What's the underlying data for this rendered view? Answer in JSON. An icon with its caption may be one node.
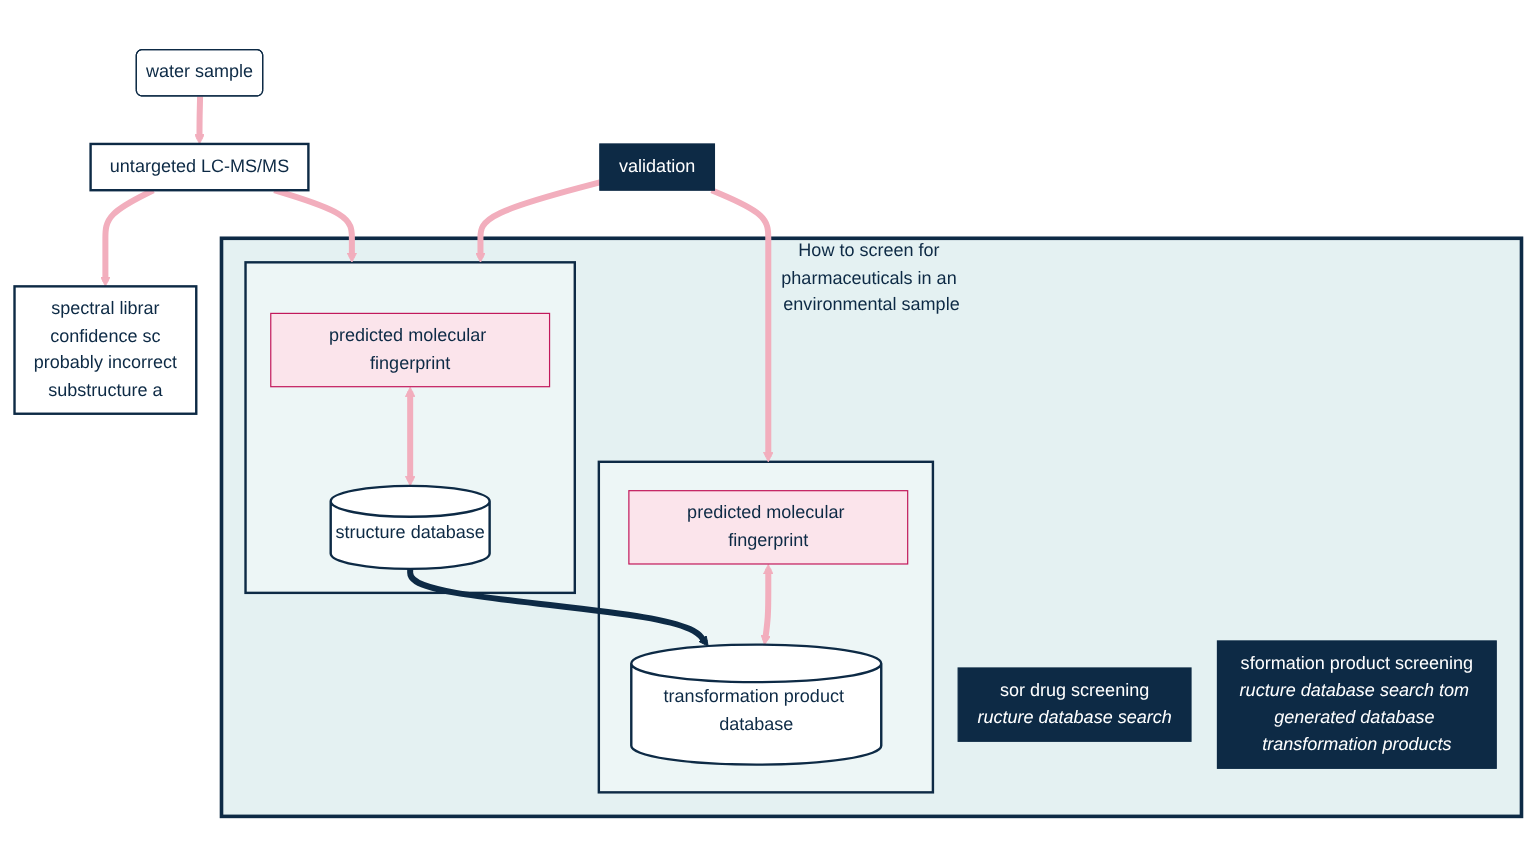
{
  "diagram": {
    "nodes": [
      {
        "text": [
          "water sample"
        ]
      },
      {
        "text": [
          "untargeted LC-MS/MS"
        ]
      },
      {
        "text": [
          "How to screen for pharmaceuticals in an environmental sample"
        ]
      },
      {
        "text": [
          "sor drug screening",
          "ructure database search"
        ],
        "in": 2
      },
      {
        "text": [],
        "shape": "box",
        "in": 2
      },
      {
        "text": [
          "predicted molecular fingerprint"
        ],
        "in": 4
      },
      {
        "text": [
          "structure database"
        ],
        "in": 4
      },
      {
        "text": [
          "sformation product screening",
          "ructure database search tom generated database transformation products"
        ],
        "in": 2
      },
      {
        "text": [],
        "shape": "box",
        "in": 2
      },
      {
        "text": [
          "predicted molecular fingerprint"
        ],
        "in": 8
      },
      {
        "text": [
          "transformation product database"
        ],
        "in": 8
      },
      {
        "text": [
          "validation"
        ]
      },
      {
        "text": [
          "spectral librar",
          "confidence sc",
          "probably incorrect",
          "substructure a"
        ]
      }
    ],
    "edges": [
      {
        "from": 0,
        "to": 1,
        "arrow": "to"
      },
      {
        "from": 1,
        "to": 4,
        "arrow": "to"
      },
      {
        "from": 5,
        "to": 6,
        "arrow": "both"
      },
      {
        "from": 6,
        "to": 10,
        "arrow": "to",
        "color": "#0d2a45"
      },
      {
        "from": 9,
        "to": 10,
        "arrow": "both"
      },
      {
        "from": 1,
        "to": 12,
        "arrow": "to"
      },
      {
        "from": 11,
        "to": 4,
        "arrow": "to"
      },
      {
        "from": 11,
        "to": 8,
        "arrow": "to"
      }
    ]
  }
}
